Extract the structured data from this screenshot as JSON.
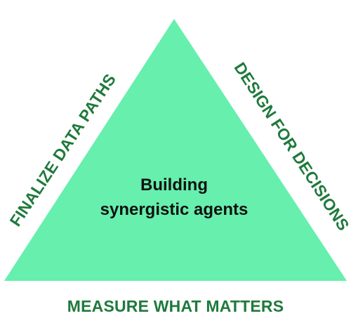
{
  "diagram": {
    "center": {
      "line1": "Building",
      "line2": "synergistic agents"
    },
    "sides": {
      "left": "FINALIZE DATA PATHS",
      "right": "DESIGN FOR DECISIONS",
      "bottom": "MEASURE WHAT MATTERS"
    },
    "colors": {
      "triangle_fill": "#66efad",
      "side_text": "#1f7a3c",
      "center_text": "#111111",
      "background": "#ffffff"
    }
  }
}
